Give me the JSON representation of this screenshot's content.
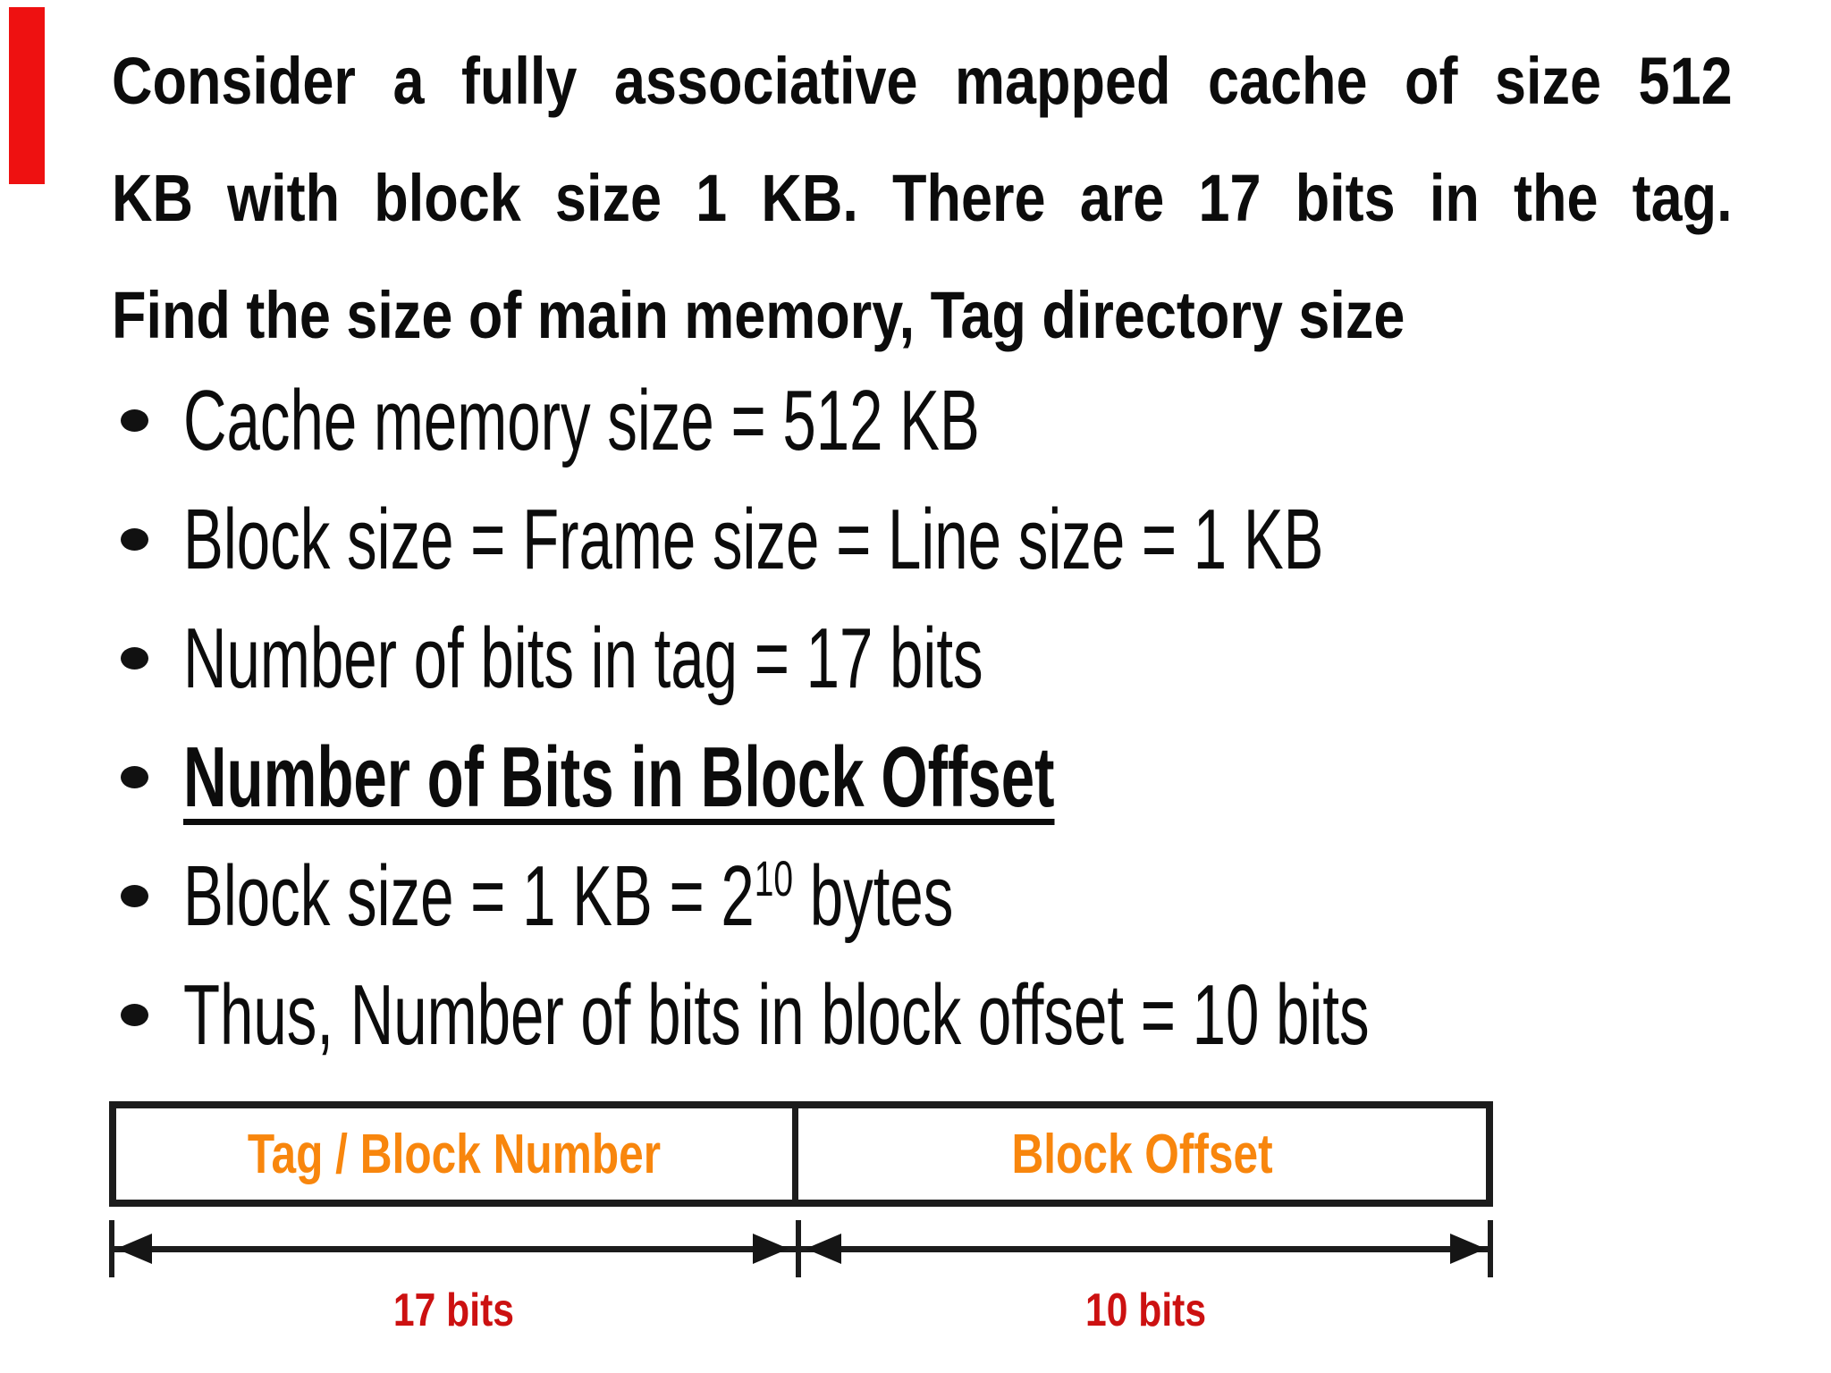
{
  "page": {
    "background": "#FFFFFF",
    "text_color": "#0C0C0C",
    "red_marker_color": "#EE1111"
  },
  "heading": {
    "lines": [
      "Consider a fully associative mapped cache of size 512",
      "KB with block size 1 KB. There are 17 bits in the tag.",
      "Find the size of main memory, Tag directory size"
    ]
  },
  "bullets": [
    {
      "text": "Cache memory size = 512 KB"
    },
    {
      "text": "Block size = Frame size = Line size = 1 KB"
    },
    {
      "text": "Number of bits in tag = 17 bits"
    },
    {
      "text": "Number of Bits in Block Offset"
    },
    {
      "text_before_sup": "Block size = 1 KB = 2",
      "sup": "10",
      "text_after_sup": " bytes"
    },
    {
      "text": "Thus, Number of bits in block offset = 10 bits"
    }
  ],
  "diagram": {
    "fields": [
      {
        "label": "Tag / Block Number",
        "bits": "17 bits"
      },
      {
        "label": "Block Offset",
        "bits": "10 bits"
      }
    ],
    "field_label_color": "#F8860D",
    "bits_label_color": "#CC1111",
    "border_color": "#1C1C1C"
  }
}
